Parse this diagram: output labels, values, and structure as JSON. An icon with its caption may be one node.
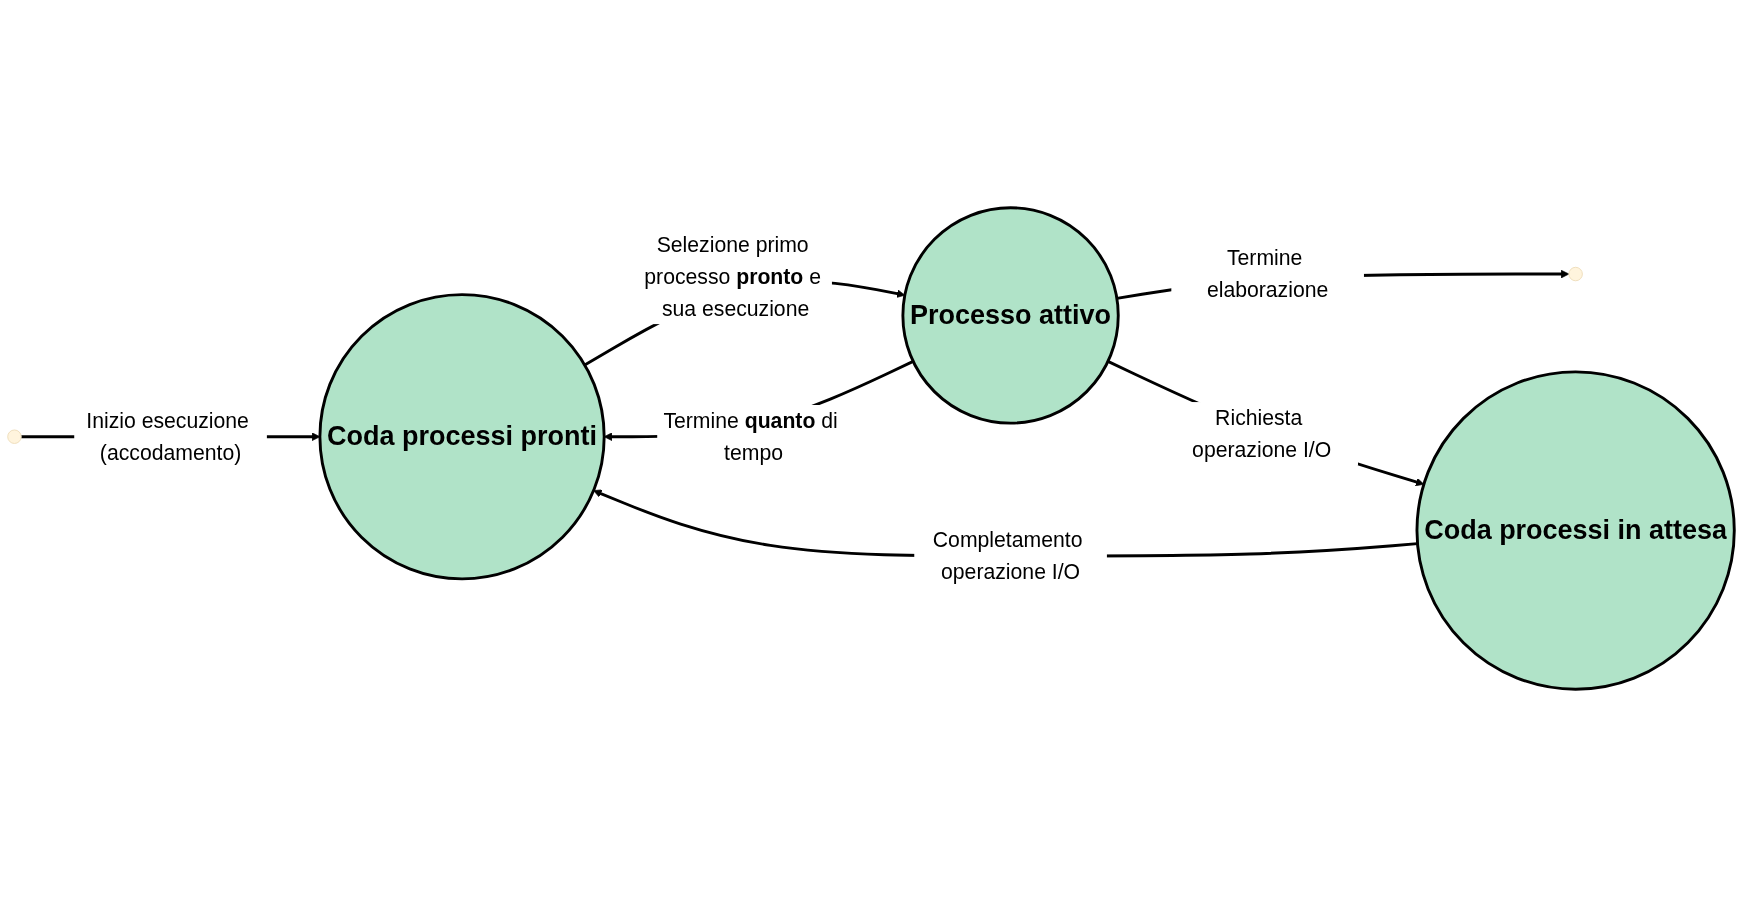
{
  "diagram": {
    "nodes": [
      {
        "text": [
          "Coda processi pronti"
        ]
      },
      {
        "text": [
          "Processo attivo"
        ]
      },
      {
        "text": [
          "Coda processi in attesa"
        ]
      }
    ],
    "edges": [
      {
        "from": null,
        "to": 0,
        "arrow": "to",
        "label": "Inizio esecuzione (accodamento)"
      },
      {
        "from": 0,
        "to": 1,
        "arrow": "to",
        "label": "Selezione primo processo **pronto** e sua esecuzione"
      },
      {
        "from": 1,
        "to": null,
        "arrow": "to",
        "label": "Termine elaborazione"
      },
      {
        "from": 1,
        "to": 0,
        "arrow": "to",
        "label": "Termine **quanto** di tempo"
      },
      {
        "from": 1,
        "to": 2,
        "arrow": "to",
        "label": "Richiesta operazione I/O"
      },
      {
        "from": 2,
        "to": 0,
        "arrow": "to",
        "label": "Completamento operazione I/O"
      }
    ]
  }
}
